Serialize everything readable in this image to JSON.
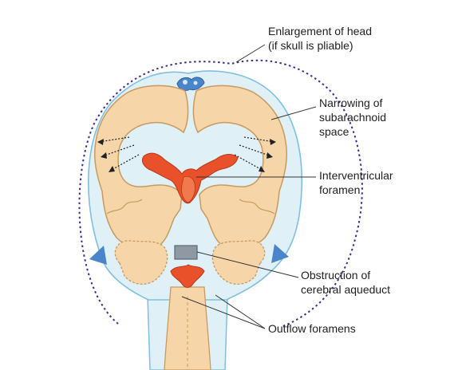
{
  "labels": {
    "enlargement": [
      "Enlargement of head",
      "(if skull is pliable)"
    ],
    "narrowing": [
      "Narrowing of",
      "subarachnoid",
      "space"
    ],
    "interventricular": [
      "Interventricular",
      "foramen"
    ],
    "obstruction": [
      "Obstruction of",
      "cerebral aqueduct"
    ],
    "outflow": [
      "Outflow foramens"
    ]
  },
  "colors": {
    "csf_space": "#dff0f7",
    "csf_outline": "#7fbfe0",
    "brain": "#f6d5a8",
    "brain_outline": "#c99a5e",
    "ventricle": "#e8512a",
    "ventricle_outline": "#b83818",
    "skull_dots": "#3a2f8f",
    "obstruction": "#8e99a3",
    "venous_sinus": "#4a84c9",
    "leader_lines": "#333333"
  }
}
